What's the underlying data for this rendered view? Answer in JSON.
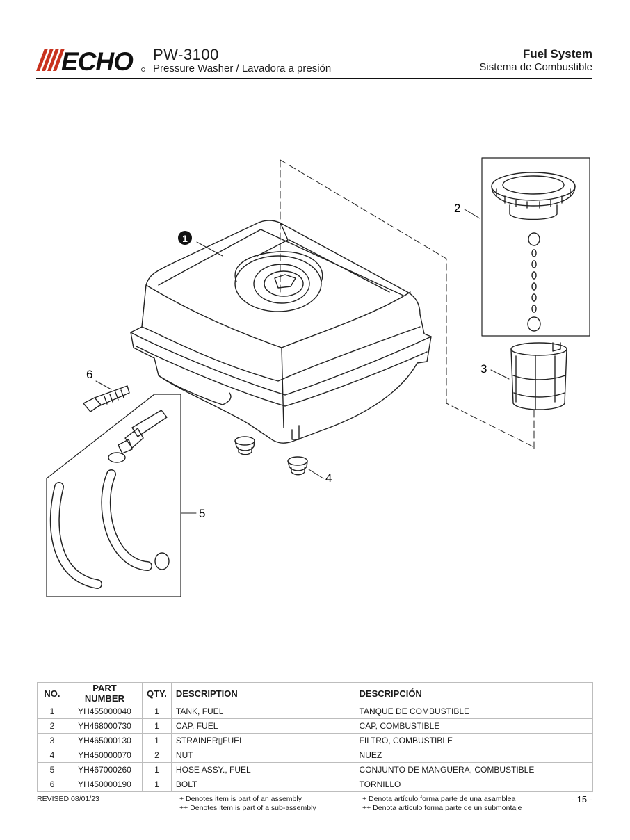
{
  "brand": {
    "name": "ECHO",
    "color": "#c8321e"
  },
  "header": {
    "model": "PW-3100",
    "subtitle": "Pressure Washer / Lavadora a presión",
    "section_title": "Fuel System",
    "section_subtitle": "Sistema de Combustible"
  },
  "diagram": {
    "callouts": [
      "1",
      "2",
      "3",
      "4",
      "5",
      "6"
    ]
  },
  "table": {
    "headers": [
      "NO.",
      "PART NUMBER",
      "QTY.",
      "DESCRIPTION",
      "DESCRIPCIÓN"
    ],
    "rows": [
      [
        "1",
        "YH455000040",
        "1",
        "TANK, FUEL",
        "TANQUE DE COMBUSTIBLE"
      ],
      [
        "2",
        "YH468000730",
        "1",
        "CAP, FUEL",
        "CAP, COMBUSTIBLE"
      ],
      [
        "3",
        "YH465000130",
        "1",
        "STRAINER▯FUEL",
        "FILTRO, COMBUSTIBLE"
      ],
      [
        "4",
        "YH450000070",
        "2",
        "NUT",
        "NUEZ"
      ],
      [
        "5",
        "YH467000260",
        "1",
        "HOSE ASSY., FUEL",
        "CONJUNTO DE MANGUERA, COMBUSTIBLE"
      ],
      [
        "6",
        "YH450000190",
        "1",
        "BOLT",
        "TORNILLO"
      ]
    ]
  },
  "footer": {
    "revised": "REVISED 08/01/23",
    "note_en_1": "+ Denotes item is part of an assembly",
    "note_en_2": "++ Denotes item is part of a sub-assembly",
    "note_es_1": "+ Denota artículo forma parte de una asamblea",
    "note_es_2": "++ Denota artículo forma parte de un submontaje",
    "page": "- 15 -"
  }
}
